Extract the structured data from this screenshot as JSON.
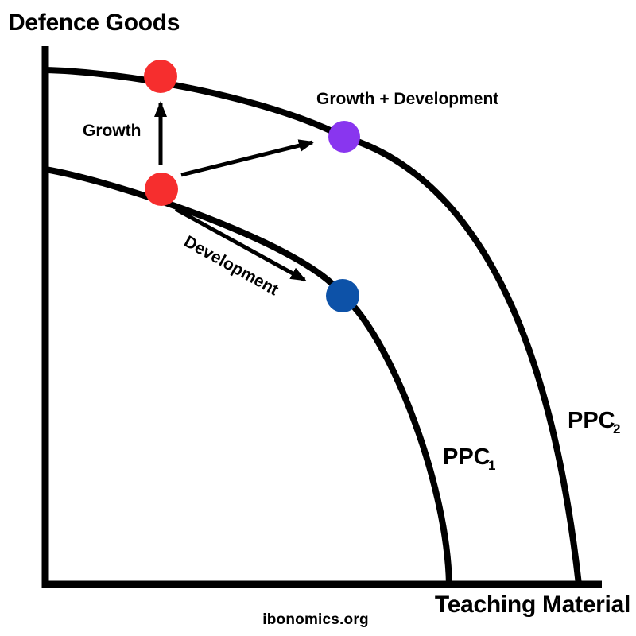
{
  "axes": {
    "y_label": "Defence Goods",
    "x_label": "Teaching Material"
  },
  "annotations": {
    "growth": "Growth",
    "growth_development": "Growth + Development",
    "development": "Development"
  },
  "curve_labels": {
    "ppc1": {
      "text": "PPC",
      "sub": "1"
    },
    "ppc2": {
      "text": "PPC",
      "sub": "2"
    }
  },
  "watermark": "ibonomics.org",
  "colors": {
    "ink": "#000000",
    "red": "#F62E2E",
    "purple": "#8936EF",
    "blue": "#0D52A8",
    "watermark_gray": "#8A8A8A"
  },
  "chart_data": {
    "type": "line",
    "xlabel": "Teaching Material",
    "ylabel": "Defence Goods",
    "axes_numeric": false,
    "grid": false,
    "legend": false,
    "series": [
      {
        "name": "PPC 1",
        "role": "inner production possibility curve",
        "points_rel": [
          [
            0,
            0.771
          ],
          [
            0.207,
            0.734
          ],
          [
            0.534,
            0.536
          ],
          [
            0.726,
            0
          ]
        ]
      },
      {
        "name": "PPC 2",
        "role": "outer production possibility curve",
        "points_rel": [
          [
            0,
            0.956
          ],
          [
            0.207,
            0.944
          ],
          [
            0.537,
            0.832
          ],
          [
            0.959,
            0
          ]
        ]
      }
    ],
    "markers": [
      {
        "color": "#F62E2E",
        "on": "PPC 1",
        "rel": [
          0.207,
          0.734
        ],
        "annotation": ""
      },
      {
        "color": "#F62E2E",
        "on": "PPC 2",
        "rel": [
          0.207,
          0.944
        ],
        "annotation": "Growth"
      },
      {
        "color": "#8936EF",
        "on": "PPC 2",
        "rel": [
          0.537,
          0.832
        ],
        "annotation": "Growth + Development"
      },
      {
        "color": "#0D52A8",
        "on": "PPC 1",
        "rel": [
          0.534,
          0.536
        ],
        "annotation": "Development"
      }
    ],
    "arrows": [
      {
        "label": "Growth",
        "direction": "up",
        "from_rel": [
          0.207,
          0.78
        ],
        "to_rel": [
          0.207,
          0.9
        ]
      },
      {
        "label": "Growth + Development",
        "direction": "up-right",
        "from_rel": [
          0.244,
          0.761
        ],
        "to_rel": [
          0.48,
          0.822
        ]
      },
      {
        "label": "Development",
        "direction": "down-right",
        "from_rel": [
          0.234,
          0.697
        ],
        "to_rel": [
          0.466,
          0.566
        ]
      }
    ]
  }
}
